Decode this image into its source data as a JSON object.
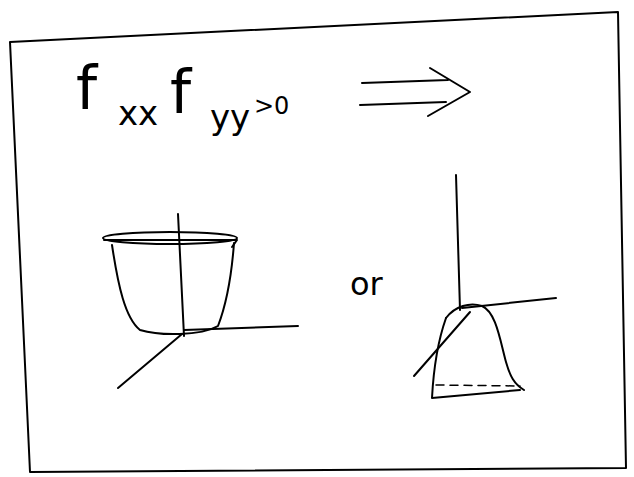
{
  "diagram": {
    "labels": [
      "f",
      "xx",
      "f",
      "yy",
      ">0",
      "or"
    ]
  }
}
